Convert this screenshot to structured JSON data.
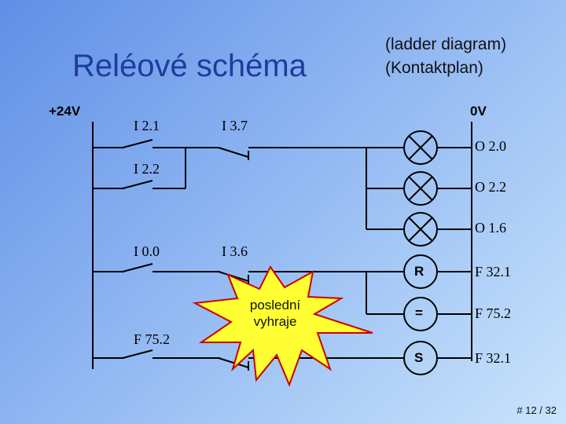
{
  "slide": {
    "title": "Reléové schéma",
    "subtitle_line1": "(ladder diagram)",
    "subtitle_line2": "(Kontaktplan)",
    "page_number": "# 12 / 32"
  },
  "diagram": {
    "left_rail_label": "+24V",
    "right_rail_label": "0V",
    "contacts": [
      "I 2.1",
      "I 3.7",
      "I 2.2",
      "I 0.0",
      "I 3.6",
      "F 75.2"
    ],
    "outputs": [
      "O 2.0",
      "O 2.2",
      "O 1.6"
    ],
    "coils": [
      {
        "symbol": "R",
        "label": "F 32.1"
      },
      {
        "symbol": "=",
        "label": "F 75.2"
      },
      {
        "symbol": "S",
        "label": "F 32.1"
      }
    ],
    "callout_line1": "poslední",
    "callout_line2": "vyhraje",
    "colors": {
      "title": "#1e3c9c",
      "callout_fill": "#ffff33",
      "callout_border": "#cc0000",
      "wire": "#000000"
    }
  }
}
